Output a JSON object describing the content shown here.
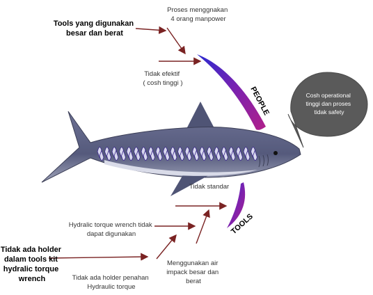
{
  "causes": {
    "tools_big_heavy": [
      "Tools yang digunakan",
      "besar dan berat"
    ],
    "four_manpower": [
      "Proses menggnakan",
      "4 orang manpower"
    ],
    "ineffective_cost": [
      "Tidak efektif",
      "( cosh tinggi )"
    ],
    "not_standard": "Tidak standar",
    "hydraulic_wrench_unused": [
      "Hydralic torque wrench tidak",
      "dapat digunakan"
    ],
    "no_holder_toolkit": [
      "Tidak ada holder",
      "dalam tools kit",
      "hydralic torque",
      "wrench"
    ],
    "no_holder_support": [
      "Tidak ada holder penahan",
      "Hydraulic torque"
    ],
    "air_impact_heavy": [
      "Menggunakan air",
      "impack besar dan",
      "berat"
    ]
  },
  "categories": {
    "people": "PEOPLE",
    "tools": "TOOLS"
  },
  "effect": [
    "Cosh operational",
    "tinggi dan proses",
    "tidak safety"
  ],
  "colors": {
    "arrow": "#7a2323",
    "shark_body": "#5a5f82",
    "shark_belly": "#e8e8f0",
    "fin_purple": "#6a1fa0",
    "bubble": "#5a5a5a"
  }
}
